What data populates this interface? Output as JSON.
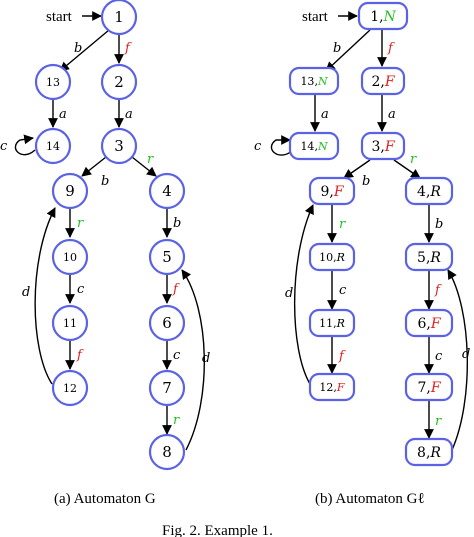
{
  "colors": {
    "node_stroke": "#5b62e6",
    "label_f": "#e11f1f",
    "label_r": "#22c022",
    "label_default": "#000000",
    "state_F": "#e11f1f",
    "state_N": "#22c022"
  },
  "start_label": "start",
  "automaton_G": {
    "caption": "(a) Automaton G",
    "states": [
      "1",
      "13",
      "2",
      "14",
      "3",
      "9",
      "4",
      "10",
      "5",
      "11",
      "6",
      "12",
      "7",
      "8"
    ],
    "edge_labels": {
      "b1": "b",
      "f1": "f",
      "a1": "a",
      "a2": "a",
      "c1": "c",
      "b2": "b",
      "r1": "r",
      "r2": "r",
      "c2": "c",
      "f2": "f",
      "d1": "d",
      "b3": "b",
      "f3": "f",
      "c3": "c",
      "r3": "r",
      "d2": "d"
    }
  },
  "automaton_Gl": {
    "caption": "(b) Automaton Gℓ",
    "states": [
      {
        "id": "1",
        "mark": "N"
      },
      {
        "id": "13",
        "mark": "N"
      },
      {
        "id": "2",
        "mark": "F"
      },
      {
        "id": "14",
        "mark": "N"
      },
      {
        "id": "3",
        "mark": "F"
      },
      {
        "id": "9",
        "mark": "F"
      },
      {
        "id": "4",
        "mark": "R"
      },
      {
        "id": "10",
        "mark": "R"
      },
      {
        "id": "5",
        "mark": "R"
      },
      {
        "id": "11",
        "mark": "R"
      },
      {
        "id": "6",
        "mark": "F"
      },
      {
        "id": "12",
        "mark": "F"
      },
      {
        "id": "7",
        "mark": "F"
      },
      {
        "id": "8",
        "mark": "R"
      }
    ],
    "edge_labels": {
      "b1": "b",
      "f1": "f",
      "a1": "a",
      "a2": "a",
      "c1": "c",
      "b2": "b",
      "r1": "r",
      "r2": "r",
      "c2": "c",
      "f2": "f",
      "d1": "d",
      "b3": "b",
      "f3": "f",
      "c3": "c",
      "r3": "r",
      "d2": "d"
    }
  },
  "fig_caption": "Fig. 2. Example 1."
}
